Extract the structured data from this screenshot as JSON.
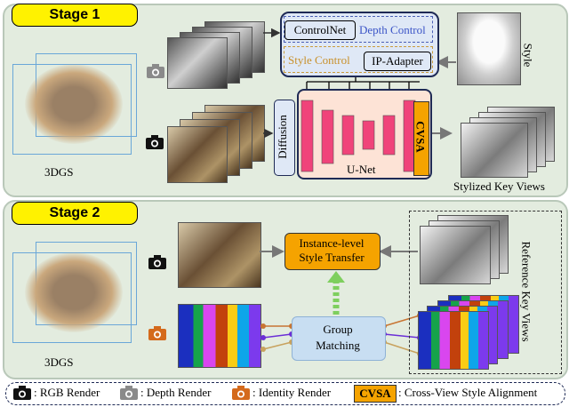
{
  "stage1": {
    "title": "Stage 1",
    "input_label": "3DGS",
    "style_label": "Style",
    "controlnet": "ControlNet",
    "depth_control": "Depth Control",
    "style_control": "Style Control",
    "ip_adapter": "IP-Adapter",
    "diffusion": "Diffusion",
    "unet": "U-Net",
    "cvsa": "CVSA",
    "output_label": "Stylized Key Views"
  },
  "stage2": {
    "title": "Stage 2",
    "input_label": "3DGS",
    "transfer_label": "Instance-level Style Transfer",
    "group_label": "Group Matching",
    "ref_label": "Reference Key Views"
  },
  "legend": {
    "rgb": ": RGB Render",
    "depth": ": Depth Render",
    "identity": ": Identity Render",
    "cvsa": "CVSA",
    "cvsa_desc": ": Cross-View Style Alignment"
  },
  "colors": {
    "stage_bg": "#e3ecdf",
    "stage_badge": "#fff200",
    "unet_bar": "#f0437a",
    "cvsa_bar": "#f5a300",
    "transfer_box": "#f5a300",
    "group_box": "#c8def2",
    "control_box": "#dfe8f6",
    "unet_box": "#fde3d6"
  }
}
